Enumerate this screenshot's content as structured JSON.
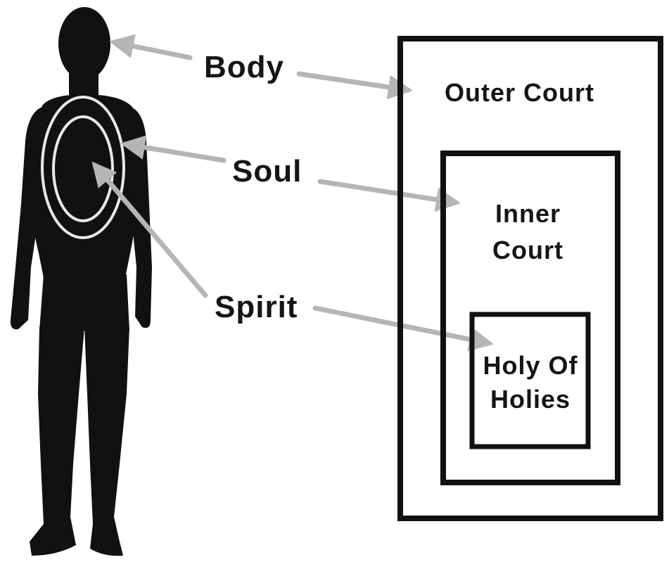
{
  "labels": {
    "body": "Body",
    "soul": "Soul",
    "spirit": "Spirit"
  },
  "boxes": {
    "outer": "Outer Court",
    "inner_line1": "Inner",
    "inner_line2": "Court",
    "holy_line1": "Holy Of",
    "holy_line2": "Holies"
  },
  "colors": {
    "ink": "#111111",
    "arrow": "#b5b5b5",
    "background": "#ffffff"
  }
}
